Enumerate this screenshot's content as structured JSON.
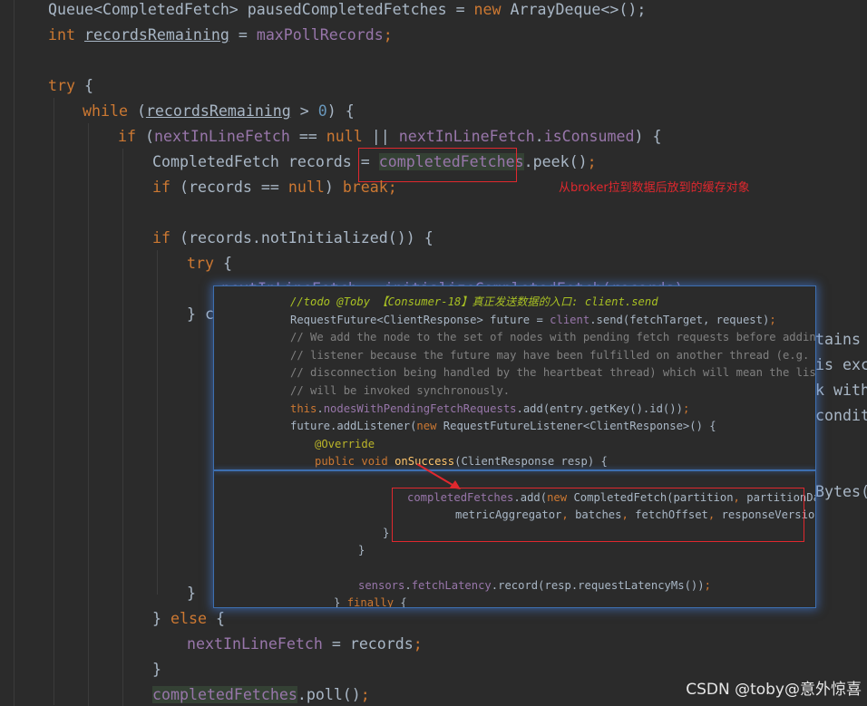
{
  "code": {
    "l1_decl_type": "Queue<CompletedFetch> pausedCompletedFetches = ",
    "l1_new": "new",
    "l1_tail": " ArrayDeque<>();",
    "l2_int": "int",
    "l2_var": "recordsRemaining",
    "l2_eq": " = ",
    "l2_field": "maxPollRecords",
    "l2_semi": ";",
    "l4_try": "try",
    "l4_brace": " {",
    "l5_while": "while",
    "l5_open": " (",
    "l5_var": "recordsRemaining",
    "l5_gt": " > ",
    "l5_zero": "0",
    "l5_close": ") {",
    "l6_if": "if",
    "l6_open": " (",
    "l6_f1": "nextInLineFetch",
    "l6_eq": " == ",
    "l6_null": "null",
    "l6_or": " || ",
    "l6_f2": "nextInLineFetch",
    "l6_dot": ".",
    "l6_f3": "isConsumed",
    "l6_close": ") {",
    "l7_a": "CompletedFetch records = ",
    "l7_field": "completedFetches",
    "l7_b": ".peek()",
    "l7_semi": ";",
    "l8_if": "if",
    "l8_a": " (records == ",
    "l8_null": "null",
    "l8_b": ") ",
    "l8_break": "break;",
    "l10_if": "if",
    "l10_a": " (records.notInitialized()) {",
    "l11_try": "try",
    "l11_brace": " {",
    "l12_partial": "nextInLineFetch = initializeCompletedFetch(records);",
    "l13_brace": "} c",
    "r1": "tains",
    "r2": "is exc",
    "r3": "k with",
    "r4": "condit",
    "r5": "Bytes(",
    "l_close1": "}",
    "l_else_a": "} ",
    "l_else_kw": "else",
    "l_else_b": " {",
    "l_next_field": "nextInLineFetch",
    "l_next_b": " = records",
    "l_next_semi": ";",
    "l_close2": "}",
    "l_poll_field": "completedFetches",
    "l_poll_b": ".poll()",
    "l_poll_semi": ";"
  },
  "annotation": {
    "note": "从broker拉到数据后放到的缓存对象"
  },
  "popup": {
    "p1": "//todo @Toby 【Consumer-18】真正发送数据的入口: client.send",
    "p2_a": "RequestFuture<ClientResponse> future = ",
    "p2_field": "client",
    "p2_b": ".send(fetchTarget, request)",
    "p2_semi": ";",
    "p3": "// We add the node to the set of nodes with pending fetch requests before adding the",
    "p4": "// listener because the future may have been fulfilled on another thread (e.g. during",
    "p5": "// disconnection being handled by the heartbeat thread) which will mean the listener",
    "p6": "// will be invoked synchronously.",
    "p7_this": "this",
    "p7_dot": ".",
    "p7_field": "nodesWithPendingFetchRequests",
    "p7_b": ".add(entry.getKey().id())",
    "p7_semi": ";",
    "p8_a": "future.addListener(",
    "p8_new": "new",
    "p8_b": " RequestFutureListener<ClientResponse>() {",
    "p9": "@Override",
    "p10_kw": "public void",
    "p10_fn": "onSuccess",
    "p10_b": "(ClientResponse resp) {",
    "p11_field": "completedFetches",
    "p11_a": ".add(",
    "p11_new": "new",
    "p11_b": " CompletedFetch(partition",
    "p11_c": ", ",
    "p11_d": "partitionData",
    "p11_e": ",",
    "p12_a": "metricAggregator",
    "p12_c1": ", ",
    "p12_b": "batches",
    "p12_c2": ", ",
    "p12_c": "fetchOffset",
    "p12_c3": ", ",
    "p12_d": "responseVersion))",
    "p12_semi": ";",
    "p13": "}",
    "p14": "}",
    "p15_field": "sensors",
    "p15_a": ".",
    "p15_field2": "fetchLatency",
    "p15_b": ".record(resp.requestLatencyMs())",
    "p15_semi": ";",
    "p16_a": "} ",
    "p16_kw": "finally",
    "p16_b": " {"
  },
  "watermark": "CSDN @toby@意外惊喜",
  "colors": {
    "background": "#2b2b2b",
    "keyword": "#cc7832",
    "field": "#9876aa",
    "number": "#6897bb",
    "annotation": "#bbb529",
    "method": "#ffc66d",
    "comment": "#808080",
    "highlight_box": "#e0282e",
    "popup_border": "#3d6fb0"
  }
}
